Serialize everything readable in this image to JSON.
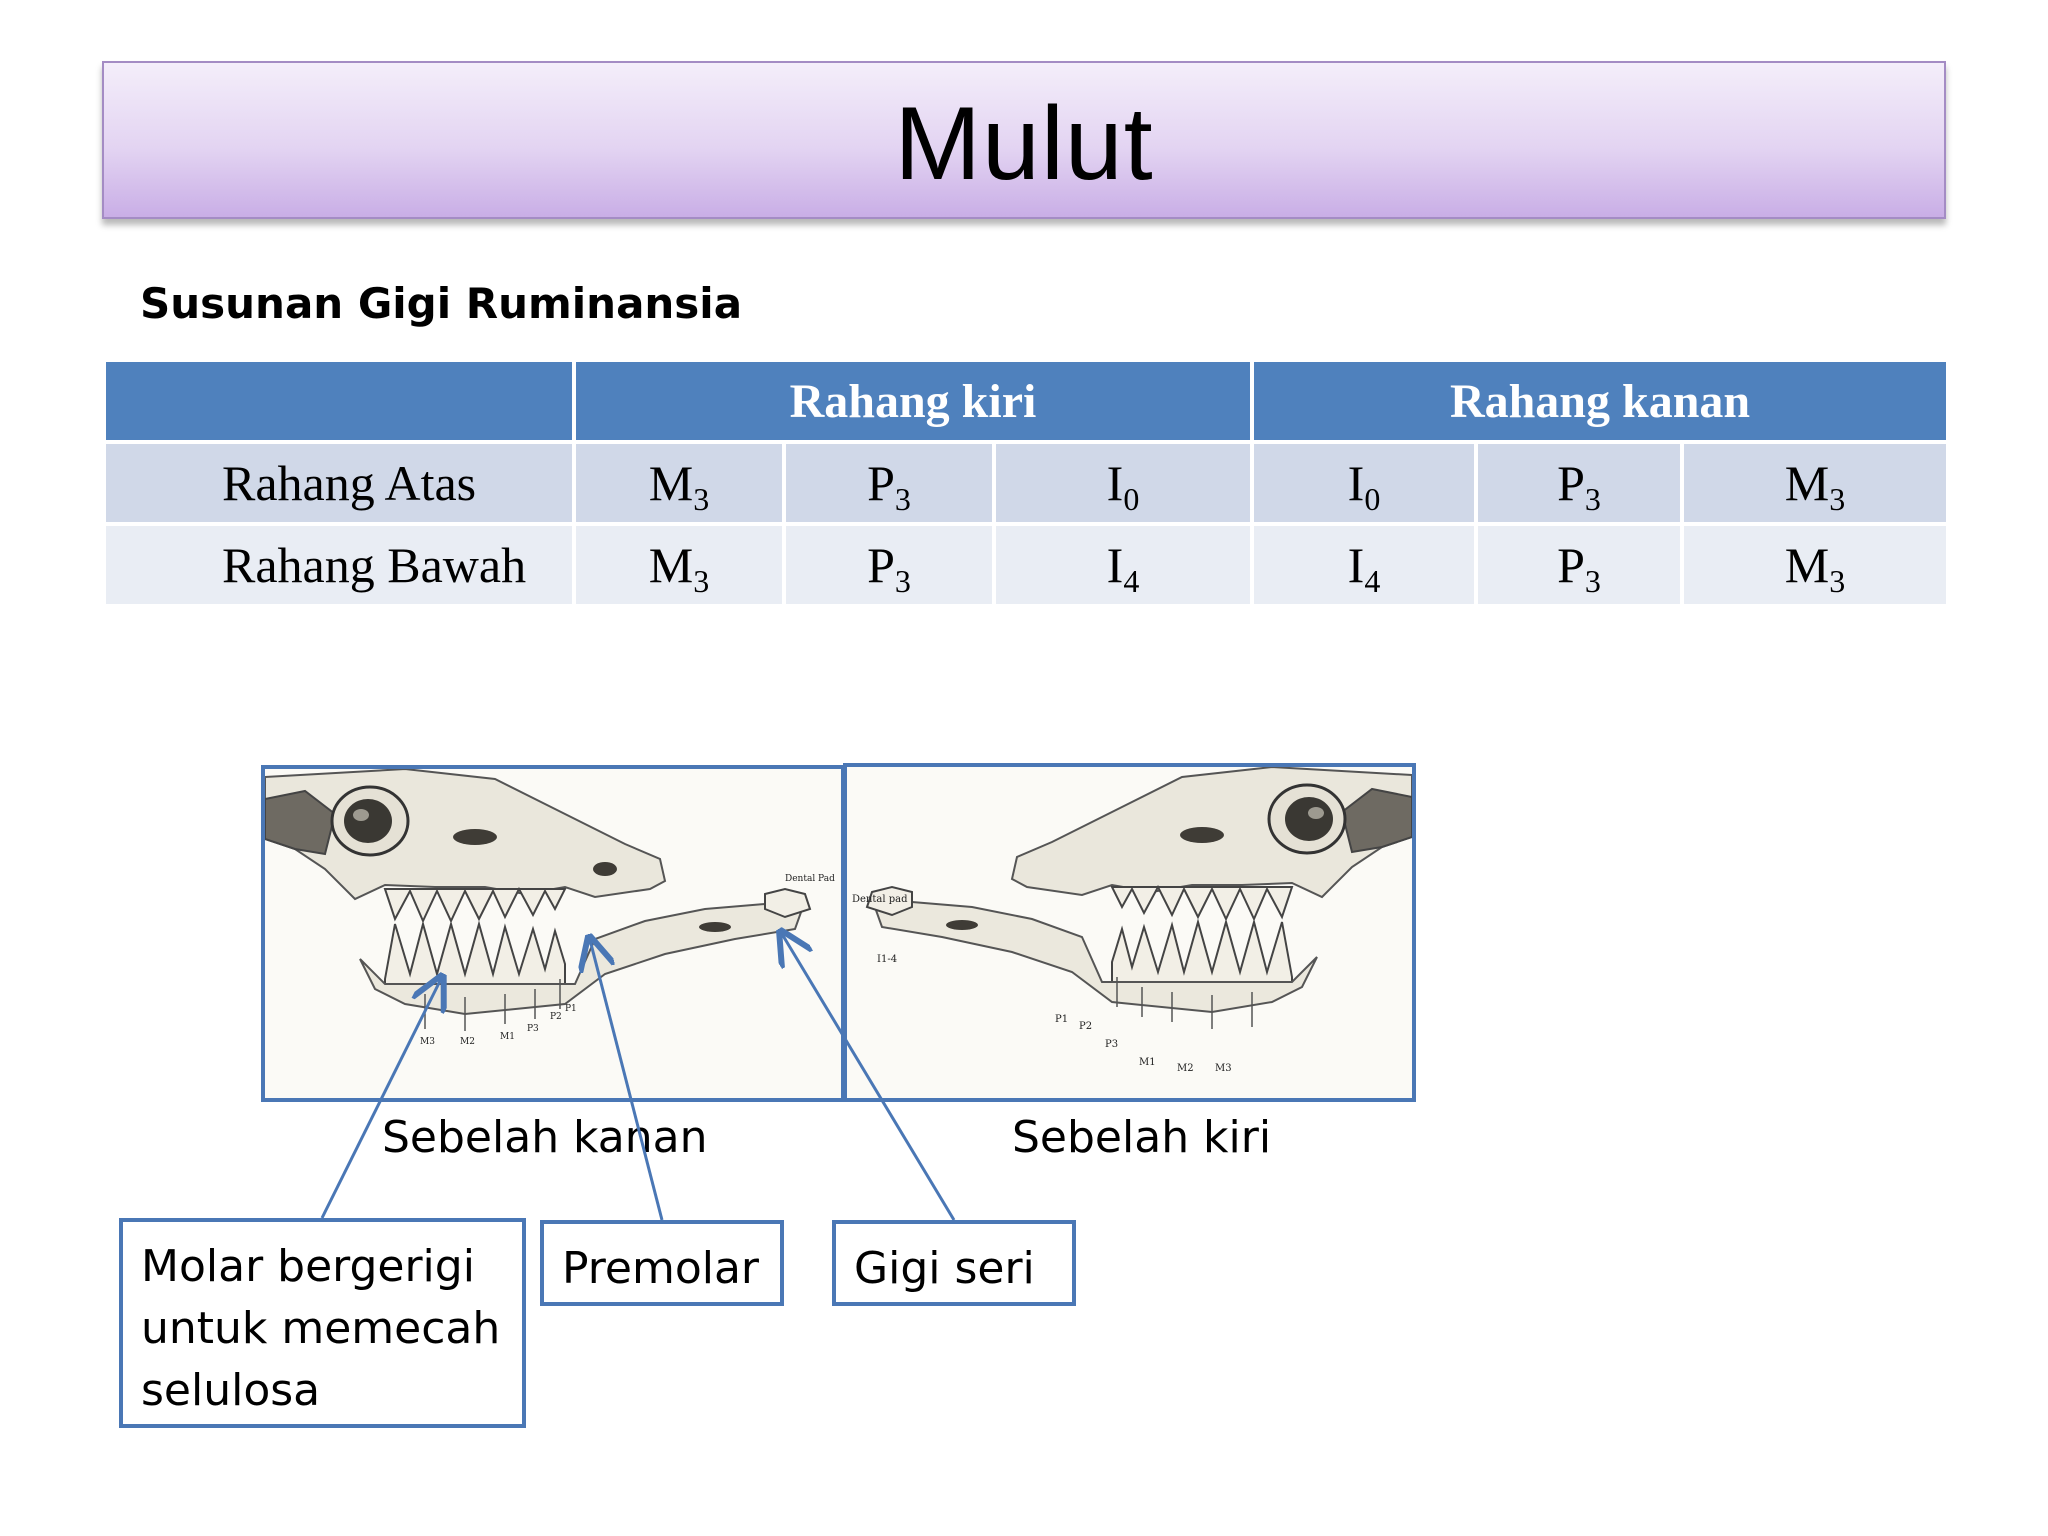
{
  "slide": {
    "title": "Mulut",
    "subtitle": "Susunan Gigi Ruminansia"
  },
  "table": {
    "headers": [
      "",
      "Rahang kiri",
      "Rahang kanan"
    ],
    "rows": [
      {
        "label": "Rahang Atas",
        "cells": [
          {
            "letter": "M",
            "sub": "3"
          },
          {
            "letter": "P",
            "sub": "3"
          },
          {
            "letter": "I",
            "sub": "0"
          },
          {
            "letter": "I",
            "sub": "0"
          },
          {
            "letter": "P",
            "sub": "3"
          },
          {
            "letter": "M",
            "sub": "3"
          }
        ]
      },
      {
        "label": "Rahang Bawah",
        "cells": [
          {
            "letter": "M",
            "sub": "3"
          },
          {
            "letter": "P",
            "sub": "3"
          },
          {
            "letter": "I",
            "sub": "4"
          },
          {
            "letter": "I",
            "sub": "4"
          },
          {
            "letter": "P",
            "sub": "3"
          },
          {
            "letter": "M",
            "sub": "3"
          }
        ]
      }
    ]
  },
  "figures": {
    "right_caption": "Sebelah kanan",
    "left_caption": "Sebelah kiri",
    "skull_labels_right": [
      "Dental Pad",
      "M3",
      "M2",
      "M1",
      "P3",
      "P2",
      "P1"
    ],
    "skull_labels_left": [
      "Dental pad",
      "I1-4",
      "P1",
      "P2",
      "P3",
      "M1",
      "M2",
      "M3"
    ]
  },
  "callouts": {
    "molar": "Molar bergerigi untuk memecah selulosa",
    "premolar": "Premolar",
    "incisor": "Gigi seri"
  },
  "colors": {
    "header_blue": "#4f81bd",
    "row1": "#d0d8e8",
    "row2": "#e9edf4",
    "frame_blue": "#4a77b5",
    "title_purple": "#c9aee6"
  }
}
